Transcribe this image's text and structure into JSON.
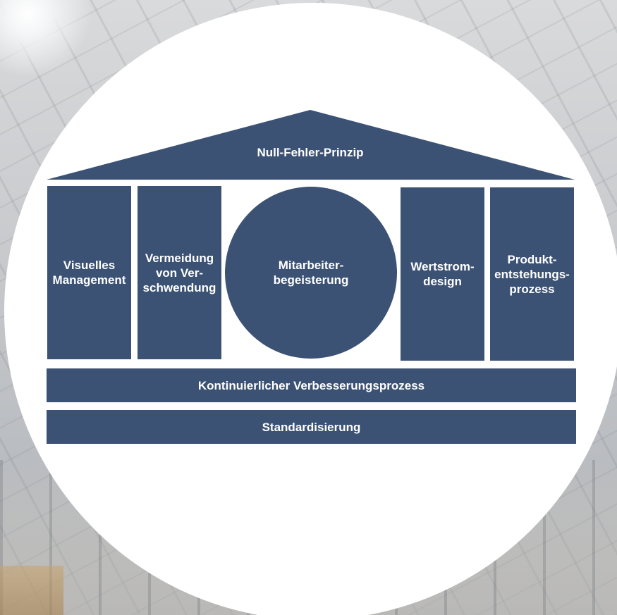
{
  "diagram": {
    "roof": {
      "label": "Null-Fehler-Prinzip"
    },
    "pillars": [
      {
        "id": "visuelles-management",
        "label": "Visuelles\nManagement"
      },
      {
        "id": "vermeidung",
        "label": "Vermeidung\nvon Ver-\nschwendung"
      },
      {
        "id": "wertstromdesign",
        "label": "Wertstrom-\ndesign"
      },
      {
        "id": "produktentstehung",
        "label": "Produkt-\nentstehungs-\nprozess"
      }
    ],
    "hub": {
      "label": "Mitarbeiter-\nbegeisterung"
    },
    "foundations": [
      {
        "label": "Kontinuierlicher Verbesserungsprozess"
      },
      {
        "label": "Standardisierung"
      }
    ],
    "colors": {
      "block": "#3c5274",
      "text": "#ffffff",
      "circle": "#ffffff"
    }
  }
}
